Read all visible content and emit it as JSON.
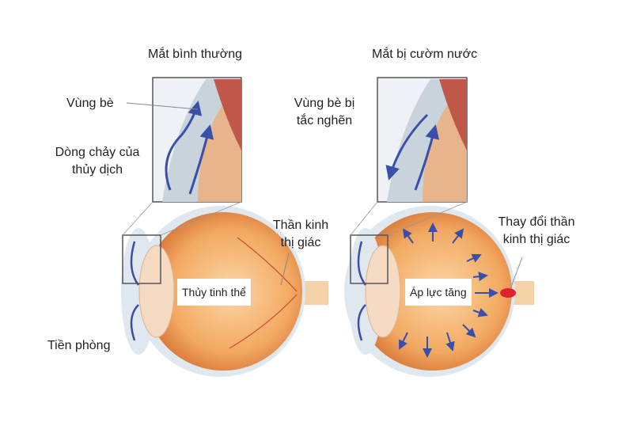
{
  "normal_eye": {
    "title": "Mắt bình thường",
    "trabecular_label": "Vùng bè",
    "flow_label_line1": "Dòng chảy của",
    "flow_label_line2": "thủy dịch",
    "lens_label": "Thủy tinh thể",
    "optic_nerve_line1": "Thần kinh",
    "optic_nerve_line2": "thị giác",
    "anterior_chamber_label": "Tiền phòng"
  },
  "glaucoma_eye": {
    "title": "Mắt bị cườm nước",
    "blocked_line1": "Vùng bè bị",
    "blocked_line2": "tắc nghẽn",
    "pressure_label": "Áp lực tăng",
    "nerve_change_line1": "Thay đổi thần",
    "nerve_change_line2": "kinh thị giác"
  },
  "colors": {
    "eyeball": "#f0a35e",
    "inner": "#f6c089",
    "sclera": "#dfe8ef",
    "arrow": "#3a4fa8",
    "nerve": "#f3d2a8",
    "damage": "#e0202a"
  }
}
